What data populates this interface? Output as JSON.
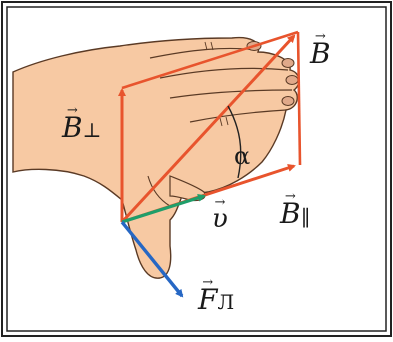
{
  "labels": {
    "b": "B",
    "b_perp": "B",
    "b_perp_sub": "⊥",
    "b_par": "B",
    "b_par_sub": "‖",
    "v": "υ",
    "f": "F",
    "f_sub": "Л",
    "alpha": "α"
  },
  "colors": {
    "hand_fill": "#f7c9a3",
    "hand_stroke": "#5a3a25",
    "arrow_red": "#e8542d",
    "arrow_green": "#1f9e6a",
    "arrow_blue": "#2667c4",
    "frame": "#222222"
  }
}
